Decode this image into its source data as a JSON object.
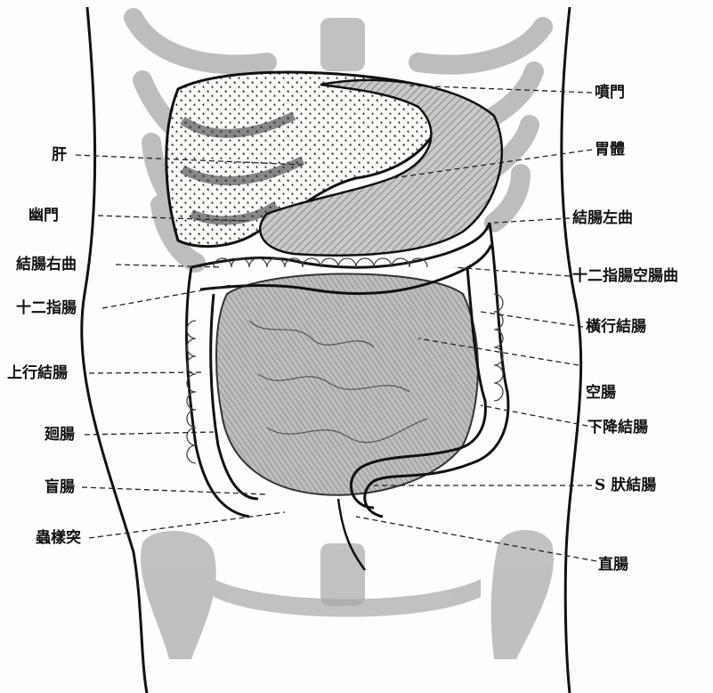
{
  "labels": {
    "left": {
      "liver": "肝",
      "pylorus": "幽門",
      "right_colic_flexure": "結腸右曲",
      "duodenum": "十二指腸",
      "ascending_colon": "上行結腸",
      "ileum": "廻腸",
      "cecum": "盲腸",
      "appendix": "蟲樣突"
    },
    "right": {
      "cardia": "噴門",
      "stomach_body": "胃體",
      "left_colic_flexure": "結腸左曲",
      "duodenojejunal_flexure": "十二指腸空腸曲",
      "transverse_colon": "橫行結腸",
      "jejunum": "空腸",
      "descending_colon": "下降結腸",
      "sigmoid_colon": "S 肰結腸",
      "rectum": "直腸"
    }
  }
}
